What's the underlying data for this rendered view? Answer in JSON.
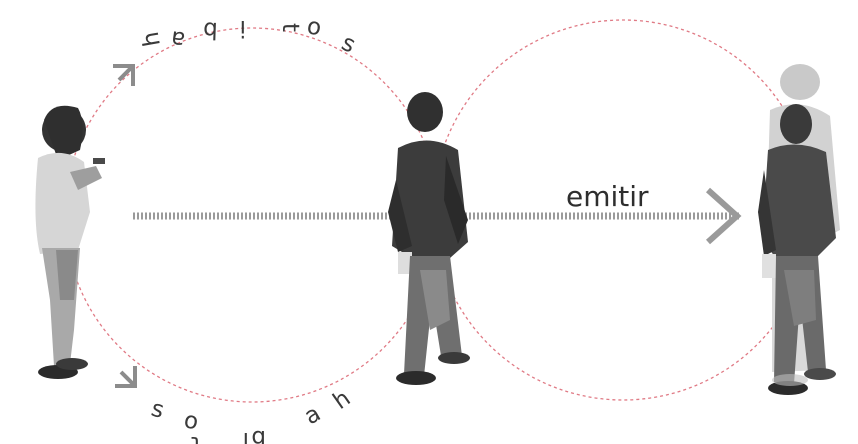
{
  "labels": {
    "top_arc_letters": [
      "h",
      "a",
      "b",
      "i",
      "t",
      "o",
      "s"
    ],
    "bottom_arc_letters": [
      "h",
      "a",
      "b",
      "i",
      "t",
      "o",
      "s"
    ],
    "emit": "emitir"
  },
  "colors": {
    "circle_stroke": "#e07a85",
    "arrow": "#8c8c8c",
    "dotted_line": "#9a9a9a",
    "figure_light": "#c9c9c9",
    "figure_mid": "#7d7d7d",
    "figure_dark": "#333333"
  },
  "icons": {
    "top_arrow": "chevron-up-right-icon",
    "bottom_arrow": "chevron-down-right-icon",
    "emit_arrow": "chevron-right-icon"
  }
}
